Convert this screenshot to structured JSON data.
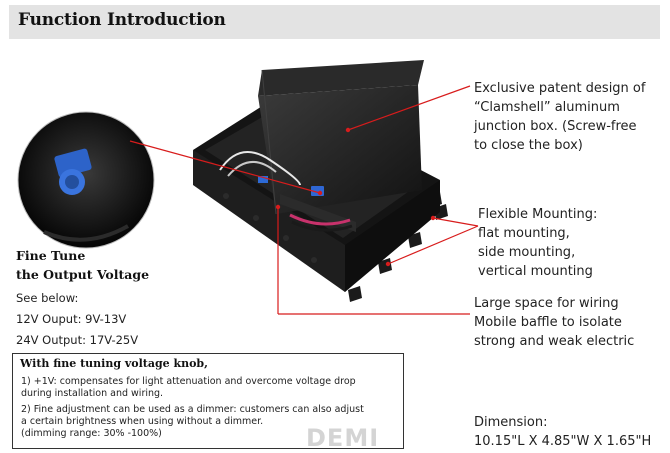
{
  "header": {
    "title": "Function Introduction"
  },
  "callouts": {
    "clamshell": [
      "Exclusive patent design of",
      "“Clamshell” aluminum",
      "junction box. (Screw-free",
      "to close the box)"
    ],
    "mounting": [
      "Flexible Mounting:",
      "flat mounting,",
      "side mounting,",
      "vertical mounting"
    ],
    "wiring": [
      "Large space for wiring",
      "Mobile baffle to isolate",
      "strong and weak electric"
    ],
    "dimension": [
      "Dimension:",
      "10.15\"L X 4.85\"W X 1.65\"H"
    ]
  },
  "fine_tune": {
    "title_lines": [
      "Fine Tune",
      "the Output Voltage"
    ],
    "see_below": "See below:",
    "ranges": [
      "12V Ouput: 9V-13V",
      "24V Output: 17V-25V"
    ]
  },
  "note": {
    "title": "With fine tuning voltage knob,",
    "lines": [
      "1)  +1V:  compensates for light attenuation and overcome voltage drop",
      "     during installation and wiring.",
      "2)  Fine adjustment can be used as a dimmer: customers can also adjust",
      "     a certain brightness when using without a dimmer.",
      "     (dimming range: 30% -100%)"
    ]
  },
  "watermark": "DEMI",
  "colors": {
    "callout_line": "#d81c1c",
    "header_bg": "#e3e3e3"
  }
}
